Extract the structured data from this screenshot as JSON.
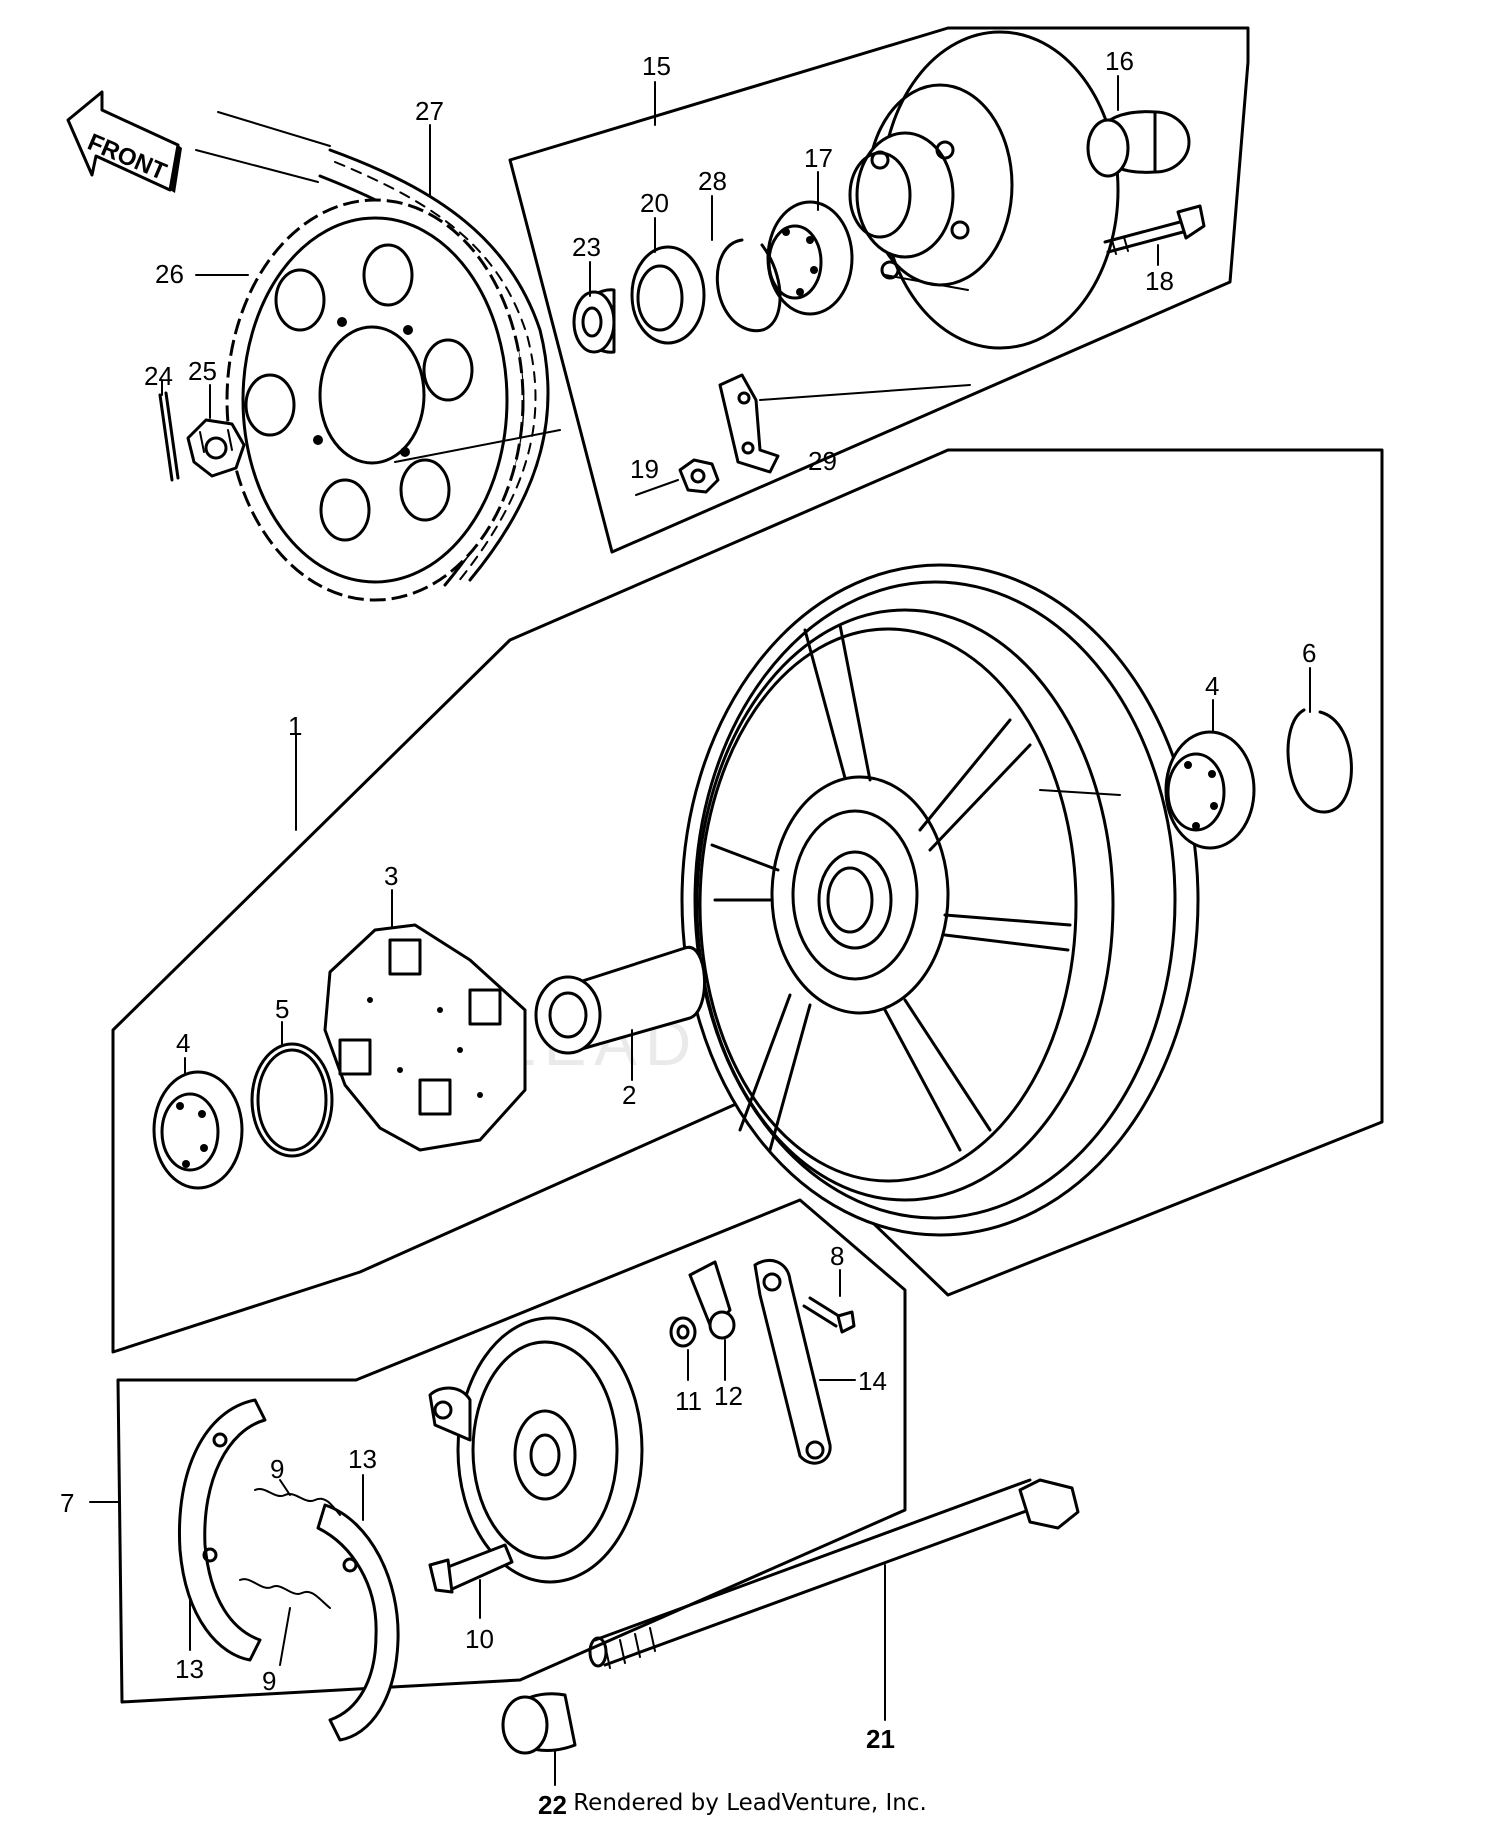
{
  "front_label": "FRONT",
  "watermark": "LEADVENTURE",
  "credit": "Rendered by LeadVenture, Inc.",
  "callouts": {
    "c1": "1",
    "c2": "2",
    "c3": "3",
    "c4a": "4",
    "c4b": "4",
    "c5": "5",
    "c6": "6",
    "c7": "7",
    "c8": "8",
    "c9a": "9",
    "c9b": "9",
    "c10": "10",
    "c11": "11",
    "c12": "12",
    "c13a": "13",
    "c13b": "13",
    "c14": "14",
    "c15": "15",
    "c16": "16",
    "c17": "17",
    "c18": "18",
    "c19": "19",
    "c20": "20",
    "c21": "21",
    "c22": "22",
    "c23": "23",
    "c24": "24",
    "c25": "25",
    "c26": "26",
    "c27": "27",
    "c28": "28",
    "c29": "29"
  }
}
